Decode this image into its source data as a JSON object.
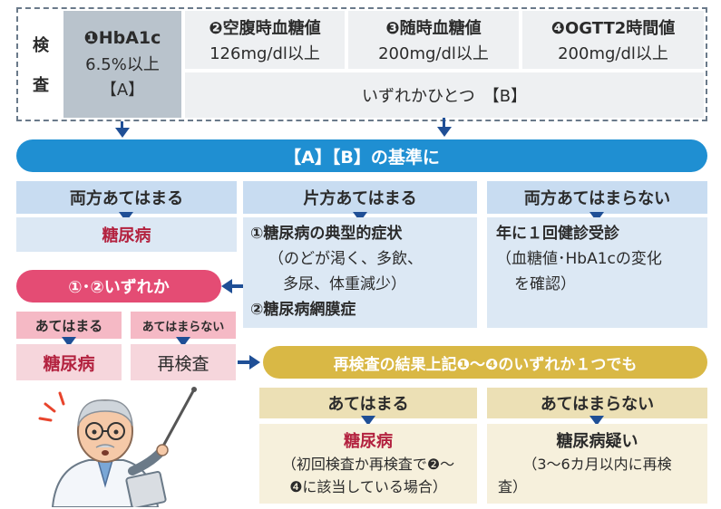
{
  "exam_box": {
    "side_label_1": "検",
    "side_label_2": "査",
    "item1_title": "❶HbA1c",
    "item1_value": "6.5%以上",
    "item1_tag": "【A】",
    "item2_title": "❷空腹時血糖値",
    "item2_value": "126mg/dl以上",
    "item3_title": "❸随時血糖値",
    "item3_value": "200mg/dl以上",
    "item4_title": "❹OGTT2時間値",
    "item4_value": "200mg/dl以上",
    "group_b": "いずれかひとつ　【B】"
  },
  "criteria_bar": "【A】【B】の基準に",
  "col1": {
    "header": "両方あてはまる",
    "result": "糖尿病"
  },
  "col2": {
    "header": "片方あてはまる",
    "line1": "①糖尿病の典型的症状",
    "line2": "（のどが渇く、多飲、",
    "line3": "多尿、体重減少）",
    "line4": "②糖尿病網膜症"
  },
  "col3": {
    "header": "両方あてはまらない",
    "line1": "年に１回健診受診",
    "line2": "（血糖値･HbA1cの変化",
    "line3": "を確認）"
  },
  "either_pill": "①･②いずれか",
  "either_yes": "あてはまる",
  "either_no": "あてはまらない",
  "either_yes_result": "糖尿病",
  "either_no_result": "再検査",
  "retest_pill": "再検査の結果上記❶～❹のいずれか１つでも",
  "retest_yes": {
    "header": "あてはまる",
    "result": "糖尿病",
    "note1": "（初回検査か再検査で❷～",
    "note2": "❹に該当している場合）"
  },
  "retest_no": {
    "header": "あてはまらない",
    "result": "糖尿病疑い",
    "note1": "（3～6カ月以内に再検",
    "note2": "査）"
  },
  "colors": {
    "navy_arrow": "#1f4f96",
    "blue_bar": "#1f8fd2",
    "pink_pill": "#e44c74",
    "gold_pill": "#d9b845",
    "result_red": "#b3223f"
  }
}
